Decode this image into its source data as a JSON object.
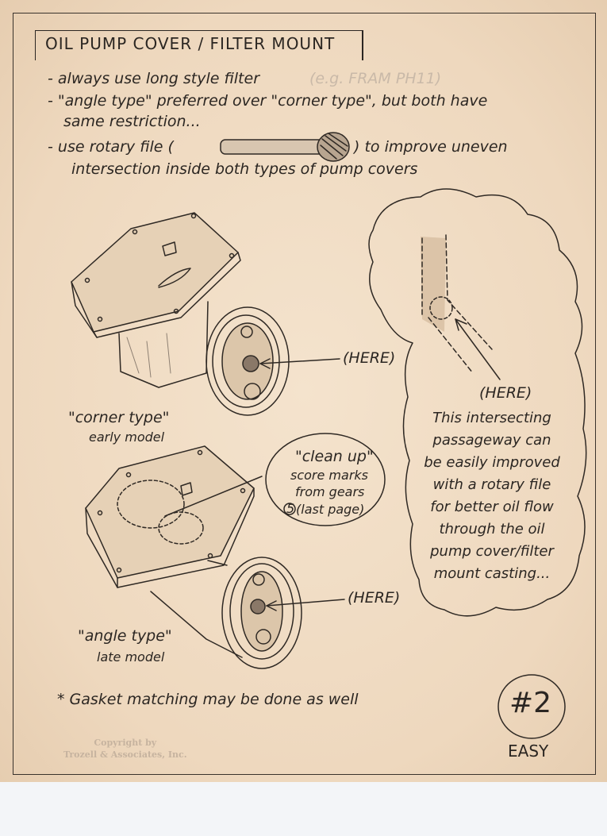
{
  "title": "OIL PUMP COVER / FILTER MOUNT",
  "notes": {
    "line1": "- always use long style filter",
    "line1_faint": "(e.g. FRAM PH11)",
    "line2a": "- \"angle type\" preferred over \"corner type\", but both have",
    "line2b": "same restriction...",
    "line3a": "- use rotary file (",
    "line3b": ") to improve uneven",
    "line3c": "intersection inside both types of pump covers"
  },
  "corner": {
    "name": "\"corner type\"",
    "model": "early model",
    "here": "(HERE)"
  },
  "angle": {
    "name": "\"angle type\"",
    "model": "late model",
    "here": "(HERE)"
  },
  "cleanup": {
    "line1": "\"clean up\"",
    "line2": "score marks",
    "line3": "from gears",
    "ref": "(last page)",
    "ref_num": "5"
  },
  "detail": {
    "here": "(HERE)",
    "text": [
      "This intersecting",
      "passageway can",
      "be easily improved",
      "with a rotary file",
      "for better oil flow",
      "through the oil",
      "pump cover/filter",
      "mount casting..."
    ]
  },
  "footnote": "* Gasket matching may be done as well",
  "badge": {
    "number": "#2",
    "difficulty": "EASY"
  },
  "copyright": {
    "line1": "Copyright by",
    "line2": "Trozell & Associates, Inc."
  }
}
